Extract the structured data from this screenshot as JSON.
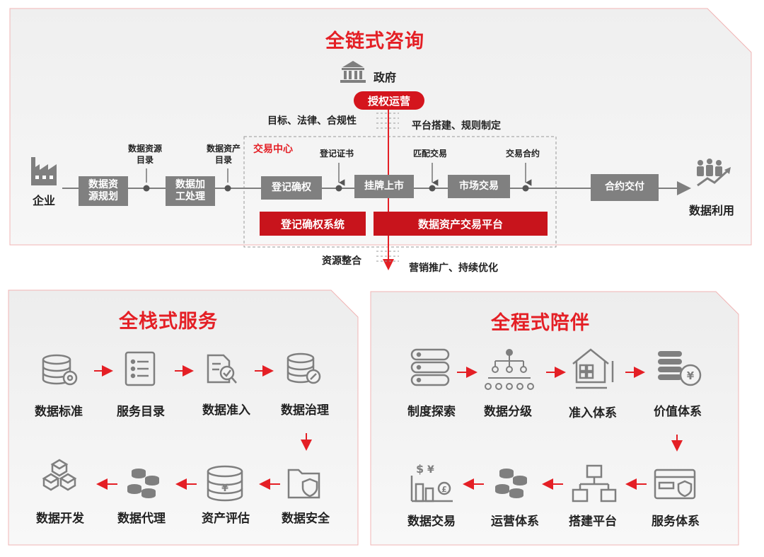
{
  "top": {
    "title": "全链式咨询",
    "government": "政府",
    "auth_pill": "授权运营",
    "goals_label": "目标、法律、合规性",
    "platform_label": "平台搭建、规则制定",
    "exchange_center": "交易中心",
    "enterprise": "企业",
    "data_usage": "数据利用",
    "resource_integration": "资源整合",
    "marketing_label": "营销推广、持续优化",
    "flow_boxes": [
      "数据资源规划",
      "数据加工处理",
      "登记确权",
      "挂牌上市",
      "市场交易",
      "合约交付"
    ],
    "flow_box_lines": [
      [
        "数据资",
        "源规划"
      ],
      [
        "数据加",
        "工处理"
      ]
    ],
    "checkpoints": [
      [
        "数据资源",
        "目录"
      ],
      [
        "数据资产",
        "目录"
      ],
      [
        "登记证书"
      ],
      [
        "匹配交易"
      ],
      [
        "交易合约"
      ]
    ],
    "systems": [
      "登记确权系统",
      "数据资产交易平台"
    ]
  },
  "left_panel": {
    "title": "全栈式服务",
    "items": [
      {
        "label": "数据标准",
        "icon": "database-gear-icon"
      },
      {
        "label": "服务目录",
        "icon": "checklist-icon"
      },
      {
        "label": "数据准入",
        "icon": "document-search-icon"
      },
      {
        "label": "数据治理",
        "icon": "database-wrench-icon"
      },
      {
        "label": "数据安全",
        "icon": "folder-shield-icon"
      },
      {
        "label": "资产评估",
        "icon": "yuan-database-icon"
      },
      {
        "label": "数据代理",
        "icon": "stacked-disks-icon"
      },
      {
        "label": "数据开发",
        "icon": "cubes-icon"
      }
    ]
  },
  "right_panel": {
    "title": "全程式陪伴",
    "items": [
      {
        "label": "制度探索",
        "icon": "server-stack-icon"
      },
      {
        "label": "数据分级",
        "icon": "hierarchy-tree-icon"
      },
      {
        "label": "准入体系",
        "icon": "house-measure-icon"
      },
      {
        "label": "价值体系",
        "icon": "coins-yuan-icon"
      },
      {
        "label": "服务体系",
        "icon": "card-shield-icon"
      },
      {
        "label": "搭建平台",
        "icon": "network-blocks-icon"
      },
      {
        "label": "运营体系",
        "icon": "stacked-disks-icon"
      },
      {
        "label": "数据交易",
        "icon": "currency-chart-icon"
      }
    ]
  },
  "colors": {
    "accent": "#e41f25",
    "grey": "#808080",
    "panel": "#f2f2f2"
  }
}
